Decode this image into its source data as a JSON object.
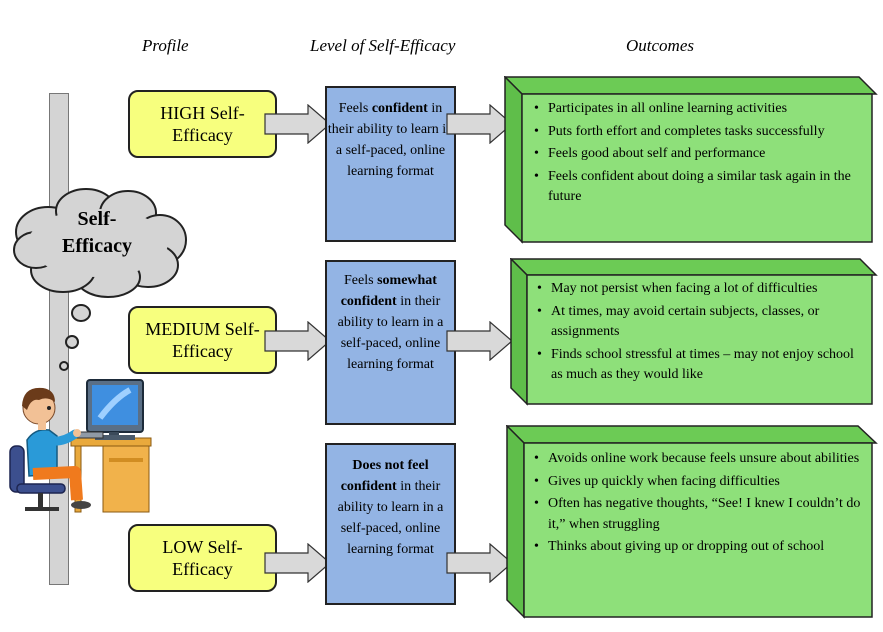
{
  "headers": {
    "profile": "Profile",
    "level": "Level of Self-Efficacy",
    "outcomes": "Outcomes"
  },
  "cloud": {
    "line1": "Self-",
    "line2": "Efficacy"
  },
  "rows": [
    {
      "profile": [
        "HIGH Self-",
        "Efficacy"
      ],
      "level": {
        "pre": "Feels ",
        "bold": "confident",
        "post": " in their ability to learn in a self-paced, online learning format"
      },
      "outcomes": [
        "Participates in all online learning activities",
        "Puts forth effort and completes tasks successfully",
        "Feels good about self and performance",
        "Feels confident about doing a similar task again in the future"
      ]
    },
    {
      "profile": [
        "MEDIUM Self-",
        "Efficacy"
      ],
      "level": {
        "pre": "Feels ",
        "bold": "somewhat confident",
        "post": " in their ability to learn in a self-paced, online learning format"
      },
      "outcomes": [
        "May not persist when facing a lot of difficulties",
        " At times, may avoid certain subjects, classes, or assignments",
        "Finds school stressful at times – may not enjoy school as much as they would like"
      ]
    },
    {
      "profile": [
        "LOW Self-",
        "Efficacy"
      ],
      "level": {
        "pre": "",
        "bold": "Does not feel confident",
        "post": " in their ability to learn in a self-paced, online learning format"
      },
      "outcomes": [
        "Avoids online work because feels unsure about abilities",
        "Gives up quickly when facing difficulties",
        "Often has negative thoughts, “See! I knew I couldn’t do it,” when struggling",
        "Thinks about giving up or dropping out of school"
      ]
    }
  ],
  "colors": {
    "profile_fill": "#f7ff7e",
    "level_fill": "#93b4e4",
    "outcome_fill": "#8ee07a",
    "outcome_side": "#5fbe4a",
    "cloud_fill": "#d4d4d4",
    "arrow_fill": "#d9d9d9"
  }
}
